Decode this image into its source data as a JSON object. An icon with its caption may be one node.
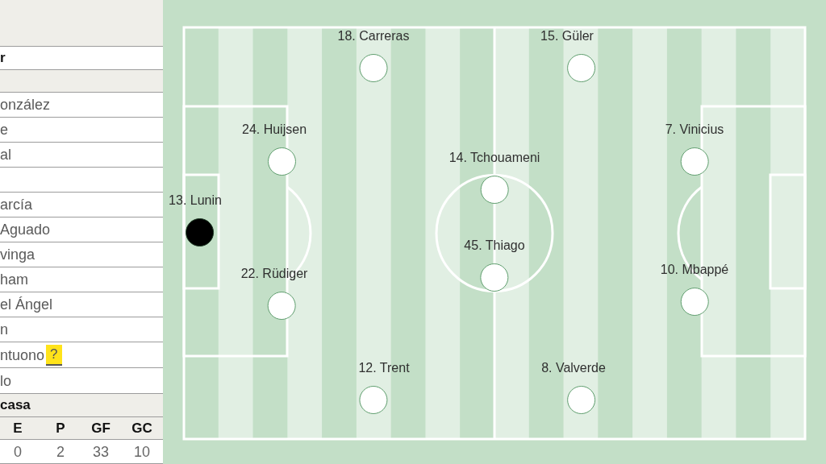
{
  "diagram": {
    "nodes": [
      {
        "text": [
          "13. Lunin"
        ]
      },
      {
        "text": [
          "24. Huijsen"
        ]
      },
      {
        "text": [
          "22. Rüdiger"
        ]
      },
      {
        "text": [
          "18. Carreras"
        ]
      },
      {
        "text": [
          "12. Trent"
        ]
      },
      {
        "text": [
          "14. Tchouameni"
        ]
      },
      {
        "text": [
          "45. Thiago"
        ]
      },
      {
        "text": [
          "15. Güler"
        ]
      },
      {
        "text": [
          "8. Valverde"
        ]
      },
      {
        "text": [
          "7. Vinicius"
        ]
      },
      {
        "text": [
          "10. Mbappé"
        ]
      }
    ],
    "labels": [
      "r",
      "onzález",
      "e",
      "al",
      "arcía",
      "Aguado",
      "vinga",
      "ham",
      "el Ángel",
      "n",
      "ntuono",
      "?",
      "lo",
      "casa",
      "E",
      "P",
      "GF",
      "GC",
      "0",
      "2",
      "33",
      "10"
    ]
  }
}
